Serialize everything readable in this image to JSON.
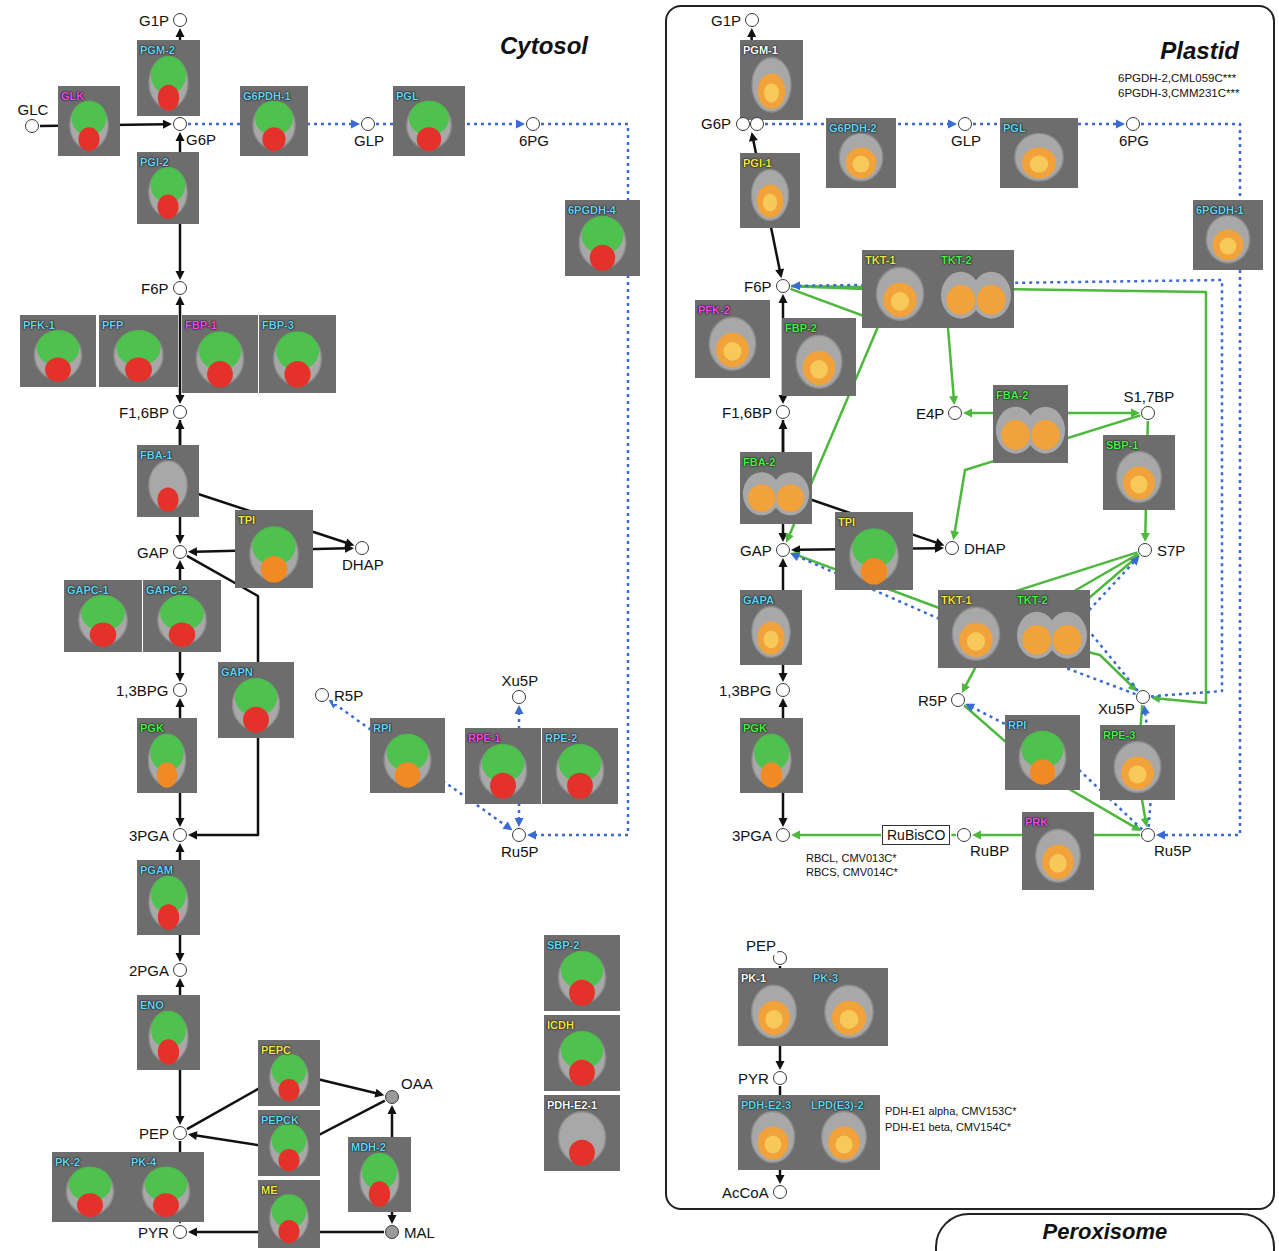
{
  "diagram": {
    "nodes": [
      {
        "text": [
          "G1P"
        ]
      },
      {
        "text": [
          "GLC"
        ]
      },
      {
        "text": [
          "PGM-2"
        ]
      },
      {
        "text": [
          "GLK"
        ]
      },
      {
        "text": [
          "G6P"
        ]
      },
      {
        "text": [
          "G6PDH-1"
        ]
      },
      {
        "text": [
          "GLP"
        ]
      },
      {
        "text": [
          "PGL"
        ]
      },
      {
        "text": [
          "6PG"
        ]
      },
      {
        "text": [
          "PGI-2"
        ]
      },
      {
        "text": [
          "6PGDH-4"
        ]
      },
      {
        "text": [
          "F6P"
        ]
      },
      {
        "text": [
          "PFK-1"
        ]
      },
      {
        "text": [
          "PFP"
        ]
      },
      {
        "text": [
          "FBP-1"
        ]
      },
      {
        "text": [
          "FBP-3"
        ]
      },
      {
        "text": [
          "F1,6BP"
        ]
      },
      {
        "text": [
          "FBA-1"
        ]
      },
      {
        "text": [
          "TPI"
        ]
      },
      {
        "text": [
          "GAP"
        ]
      },
      {
        "text": [
          "DHAP"
        ]
      },
      {
        "text": [
          "GAPC-1"
        ]
      },
      {
        "text": [
          "GAPC-2"
        ]
      },
      {
        "text": [
          "GAPN"
        ]
      },
      {
        "text": [
          "1,3BPG"
        ]
      },
      {
        "text": [
          "R5P"
        ]
      },
      {
        "text": [
          "Xu5P"
        ]
      },
      {
        "text": [
          "PGK"
        ]
      },
      {
        "text": [
          "RPI"
        ]
      },
      {
        "text": [
          "RPE-1"
        ]
      },
      {
        "text": [
          "RPE-2"
        ]
      },
      {
        "text": [
          "3PGA"
        ]
      },
      {
        "text": [
          "Ru5P"
        ]
      },
      {
        "text": [
          "PGAM"
        ]
      },
      {
        "text": [
          "SBP-2"
        ]
      },
      {
        "text": [
          "2PGA"
        ]
      },
      {
        "text": [
          "ENO"
        ]
      },
      {
        "text": [
          "PEPC"
        ]
      },
      {
        "text": [
          "ICDH"
        ]
      },
      {
        "text": [
          "OAA"
        ]
      },
      {
        "text": [
          "PEPCK"
        ]
      },
      {
        "text": [
          "PEP"
        ]
      },
      {
        "text": [
          "PDH-E2-1"
        ]
      },
      {
        "text": [
          "PK-2"
        ]
      },
      {
        "text": [
          "PK-4"
        ]
      },
      {
        "text": [
          "MDH-2"
        ]
      },
      {
        "text": [
          "ME"
        ]
      },
      {
        "text": [
          "PYR"
        ]
      },
      {
        "text": [
          "MAL"
        ]
      },
      {
        "text": [
          "Plastid"
        ]
      },
      {
        "text": [
          "G1P"
        ],
        "in": 49
      },
      {
        "text": [
          "PGM-1"
        ],
        "in": 49
      },
      {
        "text": [
          "G6P"
        ],
        "in": 49
      },
      {
        "text": [
          "G6PDH-2"
        ],
        "in": 49
      },
      {
        "text": [
          "GLP"
        ],
        "in": 49
      },
      {
        "text": [
          "PGL"
        ],
        "in": 49
      },
      {
        "text": [
          "6PG"
        ],
        "in": 49
      },
      {
        "text": [
          "6PGDH-1"
        ],
        "in": 49
      },
      {
        "text": [
          "PGI-1"
        ],
        "in": 49
      },
      {
        "text": [
          "F6P"
        ],
        "in": 49
      },
      {
        "text": [
          "TKT-1"
        ],
        "in": 49
      },
      {
        "text": [
          "TKT-2"
        ],
        "in": 49
      },
      {
        "text": [
          "PFK-2"
        ],
        "in": 49
      },
      {
        "text": [
          "FBP-2"
        ],
        "in": 49
      },
      {
        "text": [
          "E4P"
        ],
        "in": 49
      },
      {
        "text": [
          "S1,7BP"
        ],
        "in": 49
      },
      {
        "text": [
          "FBA-2"
        ],
        "in": 49
      },
      {
        "text": [
          "F1,6BP"
        ],
        "in": 49
      },
      {
        "text": [
          "SBP-1"
        ],
        "in": 49
      },
      {
        "text": [
          "FBA-2"
        ],
        "in": 49
      },
      {
        "text": [
          "GAP"
        ],
        "in": 49
      },
      {
        "text": [
          "TPI"
        ],
        "in": 49
      },
      {
        "text": [
          "DHAP"
        ],
        "in": 49
      },
      {
        "text": [
          "S7P"
        ],
        "in": 49
      },
      {
        "text": [
          "GAPA"
        ],
        "in": 49
      },
      {
        "text": [
          "TKT-1"
        ],
        "in": 49
      },
      {
        "text": [
          "TKT-2"
        ],
        "in": 49
      },
      {
        "text": [
          "1,3BPG"
        ],
        "in": 49
      },
      {
        "text": [
          "R5P"
        ],
        "in": 49
      },
      {
        "text": [
          "Xu5P"
        ],
        "in": 49
      },
      {
        "text": [
          "RPI"
        ],
        "in": 49
      },
      {
        "text": [
          "RPE-3"
        ],
        "in": 49
      },
      {
        "text": [
          "PGK"
        ],
        "in": 49
      },
      {
        "text": [
          "3PGA"
        ],
        "in": 49
      },
      {
        "text": [
          "RuBisCO"
        ],
        "in": 49
      },
      {
        "text": [
          "RuBP"
        ],
        "in": 49
      },
      {
        "text": [
          "PRK"
        ],
        "in": 49
      },
      {
        "text": [
          "Ru5P"
        ],
        "in": 49
      },
      {
        "text": [
          "PEP"
        ],
        "in": 49
      },
      {
        "text": [
          "PK-1"
        ],
        "in": 49
      },
      {
        "text": [
          "PK-3"
        ],
        "in": 49
      },
      {
        "text": [
          "PYR"
        ],
        "in": 49
      },
      {
        "text": [
          "PDH-E2-3"
        ],
        "in": 49
      },
      {
        "text": [
          "LPD(E3)-2"
        ],
        "in": 49
      },
      {
        "text": [
          "AcCoA"
        ],
        "in": 49
      },
      {
        "text": [
          "Peroxisome"
        ]
      }
    ],
    "edges": [
      {
        "from": 0,
        "to": 4,
        "arrow": "both"
      },
      {
        "from": 1,
        "to": 4,
        "arrow": "to"
      },
      {
        "from": 4,
        "to": 6,
        "arrow": "to"
      },
      {
        "from": 6,
        "to": 8,
        "arrow": "to"
      },
      {
        "from": 8,
        "to": 32,
        "arrow": "to"
      },
      {
        "from": 4,
        "to": 11,
        "arrow": "both"
      },
      {
        "from": 11,
        "to": 16,
        "arrow": "both"
      },
      {
        "from": 16,
        "to": 19,
        "arrow": "both"
      },
      {
        "from": 16,
        "to": 20,
        "arrow": "to"
      },
      {
        "from": 19,
        "to": 20,
        "arrow": "both"
      },
      {
        "from": 19,
        "to": 24,
        "arrow": "both"
      },
      {
        "from": 19,
        "to": 31,
        "arrow": "to"
      },
      {
        "from": 24,
        "to": 31,
        "arrow": "both"
      },
      {
        "from": 31,
        "to": 35,
        "arrow": "both"
      },
      {
        "from": 35,
        "to": 41,
        "arrow": "both"
      },
      {
        "from": 41,
        "to": 47,
        "arrow": "to"
      },
      {
        "from": 41,
        "to": 39,
        "arrow": "to"
      },
      {
        "from": 39,
        "to": 41,
        "arrow": "to"
      },
      {
        "from": 39,
        "to": 48,
        "arrow": "both"
      },
      {
        "from": 48,
        "to": 47,
        "arrow": "to"
      },
      {
        "from": 25,
        "to": 32,
        "arrow": "both"
      },
      {
        "from": 26,
        "to": 32,
        "arrow": "both"
      },
      {
        "from": 50,
        "to": 52,
        "arrow": "both"
      },
      {
        "from": 52,
        "to": 54,
        "arrow": "to"
      },
      {
        "from": 54,
        "to": 56,
        "arrow": "to"
      },
      {
        "from": 56,
        "to": 87,
        "arrow": "to"
      },
      {
        "from": 52,
        "to": 59,
        "arrow": "both"
      },
      {
        "from": 59,
        "to": 67,
        "arrow": "both"
      },
      {
        "from": 67,
        "to": 70,
        "arrow": "both"
      },
      {
        "from": 67,
        "to": 72,
        "arrow": "to"
      },
      {
        "from": 70,
        "to": 72,
        "arrow": "both"
      },
      {
        "from": 70,
        "to": 77,
        "arrow": "both"
      },
      {
        "from": 77,
        "to": 83,
        "arrow": "both"
      },
      {
        "from": 59,
        "to": 64,
        "arrow": "to"
      },
      {
        "from": 59,
        "to": 79,
        "arrow": "to"
      },
      {
        "from": 59,
        "to": 70,
        "arrow": "to"
      },
      {
        "from": 79,
        "to": 59,
        "arrow": "to"
      },
      {
        "from": 64,
        "to": 65,
        "arrow": "both"
      },
      {
        "from": 65,
        "to": 72,
        "arrow": "to"
      },
      {
        "from": 65,
        "to": 73,
        "arrow": "to"
      },
      {
        "from": 73,
        "to": 78,
        "arrow": "to"
      },
      {
        "from": 73,
        "to": 79,
        "arrow": "to"
      },
      {
        "from": 73,
        "to": 70,
        "arrow": "to"
      },
      {
        "from": 79,
        "to": 73,
        "arrow": "to"
      },
      {
        "from": 79,
        "to": 70,
        "arrow": "to"
      },
      {
        "from": 78,
        "to": 87,
        "arrow": "to"
      },
      {
        "from": 87,
        "to": 78,
        "arrow": "to"
      },
      {
        "from": 79,
        "to": 87,
        "arrow": "to"
      },
      {
        "from": 87,
        "to": 79,
        "arrow": "to"
      },
      {
        "from": 87,
        "to": 85,
        "arrow": "to"
      },
      {
        "from": 85,
        "to": 84,
        "arrow": "none"
      },
      {
        "from": 84,
        "to": 83,
        "arrow": "to"
      },
      {
        "from": 88,
        "to": 91,
        "arrow": "to"
      },
      {
        "from": 91,
        "to": 94,
        "arrow": "to"
      }
    ],
    "labels": [
      "Cytosol",
      "6PGDH-2,CML059C***",
      "6PGDH-3,CMM231C***",
      "RBCL, CMV013C*",
      "RBCS, CMV014C*",
      "PDH-E1 alpha, CMV153C*",
      "PDH-E1 beta, CMV154C*"
    ]
  }
}
